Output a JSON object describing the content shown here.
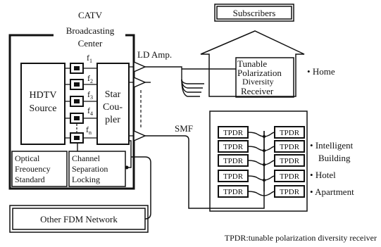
{
  "center": {
    "title_lines": [
      "CATV",
      "Broadcasting",
      "Center"
    ],
    "hdtv_lines": [
      "HDTV",
      "Source"
    ],
    "star_coupler_lines": [
      "Star",
      "Cou-",
      "pler"
    ],
    "optical_std_lines": [
      "Optical",
      "Freouency",
      "Standard"
    ],
    "channel_sep_lines": [
      "Channel",
      "Separation",
      "Locking"
    ],
    "freq_labels": [
      "f",
      "f",
      "f",
      "f",
      "f"
    ],
    "freq_subscripts": [
      "1",
      "2",
      "3",
      "4",
      "n"
    ],
    "ld_amp": "LD Amp."
  },
  "subscribers": {
    "title": "Subscribers",
    "receiver_lines": [
      "Tunable",
      "Polarization",
      "Diversity",
      "Receiver"
    ],
    "home_label": "Home",
    "smf_label": "SMF",
    "tpdr_label": "TPDR",
    "building_labels": {
      "intelligent_lines": [
        "Intelligent",
        "Building"
      ],
      "hotel": "Hotel",
      "apartment": "Apartment"
    }
  },
  "other_network": "Other FDM Network",
  "footnote": "TPDR:tunable polarization diversity receiver",
  "colors": {
    "line": "#111111",
    "background": "#ffffff"
  }
}
